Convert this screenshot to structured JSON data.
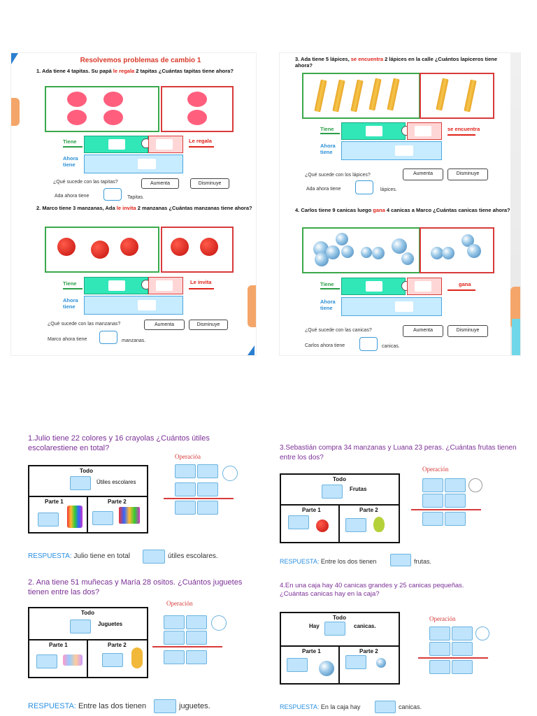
{
  "top_left": {
    "title": "Resolvemos problemas de cambio 1",
    "q1": {
      "pre": "1. Ada tiene 4 tapitas. Su papá ",
      "hl": "le regala",
      "post": " 2 tapitas ¿Cuántas tapitas tiene ahora?"
    },
    "q1_tiene": "Tiene",
    "q1_ahora": "Ahora tiene",
    "q1_red": "Le regala",
    "q1_sucede": "¿Qué sucede con las tapitas?",
    "q1_final_pre": "Ada ahora tiene",
    "q1_final_post": "Tapitas.",
    "q2": {
      "pre": "2. Marco tiene 3 manzanas, Ada ",
      "hl": "le invita",
      "post": " 2 manzanas ¿Cuántas manzanas tiene ahora?"
    },
    "q2_tiene": "Tiene",
    "q2_ahora": "Ahora tiene",
    "q2_red": "Le invita",
    "q2_sucede": "¿Qué sucede con las manzanas?",
    "q2_final_pre": "Marco ahora tiene",
    "q2_final_post": "manzanas."
  },
  "top_right": {
    "q3": {
      "pre": "3. Ada tiene 5 lápices, ",
      "hl": "se encuentra",
      "post": " 2 lápices en la calle ¿Cuántos lapiceros tiene ahora?"
    },
    "q3_tiene": "Tiene",
    "q3_ahora": "Ahora tiene",
    "q3_red": "se encuentra",
    "q3_sucede": "¿Qué sucede con los lápices?",
    "q3_final_pre": "Ada ahora tiene",
    "q3_final_post": "lápices.",
    "q4": {
      "pre": "4. Carlos tiene 9 canicas luego ",
      "hl": "gana",
      "post": " 4 canicas a Marco ¿Cuántas canicas tiene ahora?"
    },
    "q4_tiene": "Tiene",
    "q4_ahora": "Ahora tiene",
    "q4_red": "gana",
    "q4_sucede": "¿Qué sucede con las canicas?",
    "q4_final_pre": "Carlos ahora tiene",
    "q4_final_post": "canicas."
  },
  "buttons": {
    "aumenta": "Aumenta",
    "disminuye": "Disminuye"
  },
  "bottom": {
    "p1": {
      "q": "1.Julio tiene 22 colores y 16 crayolas ¿Cuántos útiles escolarestiene en total?",
      "op": "Operacióa",
      "todo": "Todo",
      "todo_label": "Útiles escolares",
      "parte1": "Parte 1",
      "parte2": "Parte 2",
      "resp_label": "RESPUESTA:",
      "resp_pre": "Julio tiene en total",
      "resp_post": "útiles escolares."
    },
    "p2": {
      "q": "2. Ana tiene 51 muñecas y María 28 ositos. ¿Cuántos juguetes tienen entre las dos?",
      "op": "Operación",
      "todo": "Todo",
      "todo_label": "Juguetes",
      "parte1": "Parte 1",
      "parte2": "Parte 2",
      "resp_label": "RESPUESTA:",
      "resp_pre": "Entre las dos tienen",
      "resp_post": "juguetes."
    },
    "p3": {
      "q": "3.Sebastián compra 34 manzanas y Luana 23 peras. ¿Cuántas frutas tienen entre los dos?",
      "op": "Operación",
      "todo": "Todo",
      "todo_label": "Frutas",
      "parte1": "Parte 1",
      "parte2": "Parte 2",
      "resp_label": "RESPUESTA:",
      "resp_pre": "Entre los dos tienen",
      "resp_post": "frutas."
    },
    "p4": {
      "q": "4.En una caja hay 40 canicas grandes y 25 canicas pequeñas. ¿Cuántas canicas hay en la caja?",
      "op": "Operación",
      "todo": "Todo",
      "hay": "Hay",
      "todo_label": "canicas.",
      "parte1": "Parte 1",
      "parte2": "Parte 2",
      "resp_label": "RESPUESTA:",
      "resp_pre": "En la caja hay",
      "resp_post": "canicas."
    }
  }
}
